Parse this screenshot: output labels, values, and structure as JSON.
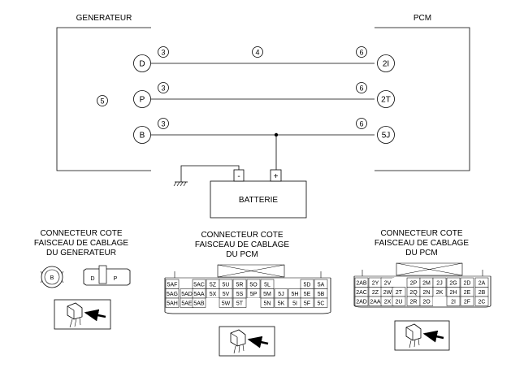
{
  "generator": {
    "title": "GENERATEUR",
    "ref": "5",
    "pins": [
      "D",
      "P",
      "B"
    ]
  },
  "pcm": {
    "title": "PCM",
    "pins": [
      "2I",
      "2T",
      "5J"
    ]
  },
  "wires": {
    "left_refs": [
      "3",
      "3",
      "3"
    ],
    "right_refs": [
      "6",
      "6",
      "6"
    ],
    "mid_ref": "4"
  },
  "battery": {
    "label": "BATTERIE",
    "neg": "-",
    "pos": "+"
  },
  "connectors": {
    "gen": {
      "caption": [
        "CONNECTEUR COTE",
        "FAISCEAU DE CABLAGE",
        "DU GENERATEUR"
      ],
      "round_pin": "B",
      "flat_pins": [
        "D",
        "P"
      ]
    },
    "pcm1": {
      "caption": [
        "CONNECTEUR COTE",
        "FAISCEAU DE CABLAGE",
        "DU PCM"
      ],
      "rows": [
        [
          "5AF",
          "",
          "5AC",
          "5Z",
          "5U",
          "5R",
          "5O",
          "5L",
          "",
          "5D",
          "5A"
        ],
        [
          "5AG",
          "5AD",
          "5AA",
          "5X",
          "5V",
          "5S",
          "5P",
          "5M",
          "5J",
          "5H",
          "5E",
          "5B"
        ],
        [
          "5AH",
          "5AE",
          "5AB",
          "",
          "5W",
          "5T",
          "",
          "5N",
          "5K",
          "5I",
          "5F",
          "5C"
        ]
      ]
    },
    "pcm2": {
      "caption": [
        "CONNECTEUR COTE",
        "FAISCEAU DE CABLAGE",
        "DU PCM"
      ],
      "rows": [
        [
          "2AB",
          "2Y",
          "2V",
          "",
          "2P",
          "2M",
          "2J",
          "2G",
          "2D",
          "2A"
        ],
        [
          "2AC",
          "2Z",
          "2W",
          "2T",
          "2Q",
          "2N",
          "2K",
          "2H",
          "2E",
          "2B"
        ],
        [
          "2AD",
          "2AA",
          "2X",
          "2U",
          "2R",
          "2O",
          "",
          "2I",
          "2F",
          "2C"
        ]
      ]
    }
  }
}
